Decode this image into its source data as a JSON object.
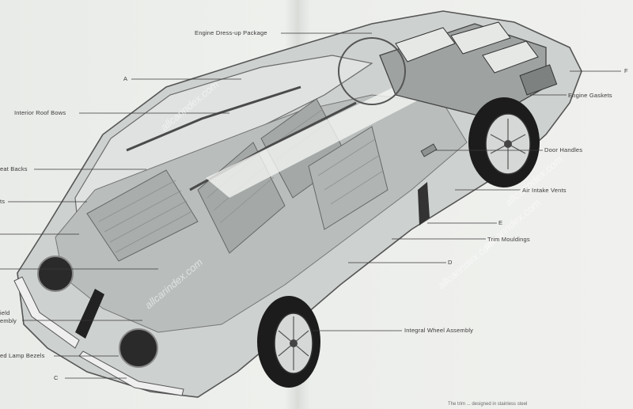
{
  "labels": {
    "engine_dress_up": "Engine Dress-up Package",
    "a": "A",
    "interior_roof_bows": "Interior Roof Bows",
    "seat_backs": "eat Backs",
    "left_cut_1": "ts",
    "left_cut_2": "",
    "windshield_top": "ield",
    "windshield_bottom": "embly",
    "lamp_bezels": "ed Lamp Bezels",
    "c": "C",
    "f": "F",
    "engine_gaskets": "Engine Gaskets",
    "door_handles": "Door Handles",
    "air_intake_vents": "Air Intake Vents",
    "e": "E",
    "trim_mouldings": "Trim Mouldings",
    "d": "D",
    "integral_wheel_assembly": "Integral Wheel Assembly"
  },
  "watermarks": [
    "allcarindex.com",
    "allcarindex.com",
    "allcarindex.com",
    "allcarindex.com",
    "allcarindex.com"
  ],
  "footer_text": "The trim ... designed in stainless steel",
  "colors": {
    "paper": "#eceeeb",
    "ink": "#3a3a3a",
    "body": "#c7cbc9",
    "tire": "#1c1c1c"
  }
}
